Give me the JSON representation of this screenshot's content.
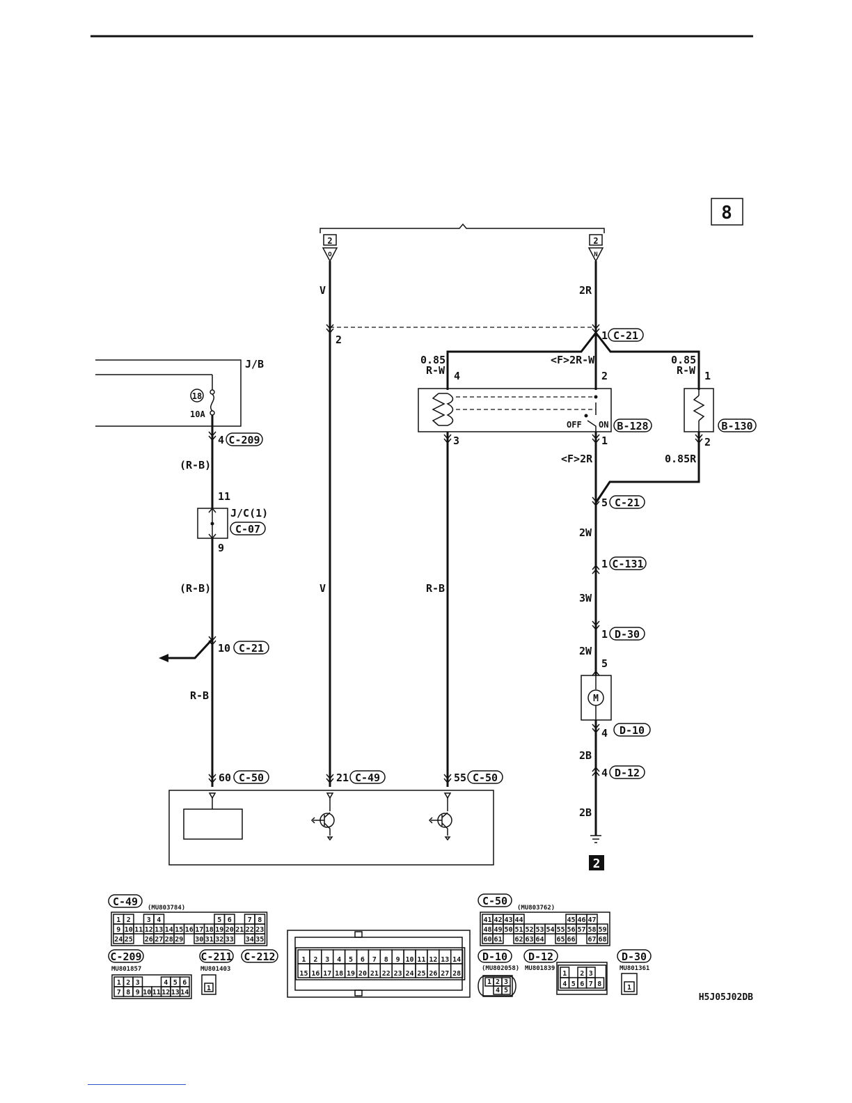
{
  "page": {
    "number": "8",
    "code": "H5J05J02DB",
    "ground_number": "2"
  },
  "connectors_top": [
    {
      "box": "2",
      "letter": "O"
    },
    {
      "box": "2",
      "letter": "N"
    }
  ],
  "fuse": {
    "jb": "J/B",
    "number": "18",
    "rating": "10A"
  },
  "junction_connector": {
    "name": "J/C(1)",
    "id": "C-07",
    "pin_in": "11",
    "pin_out": "9"
  },
  "wires": {
    "v_top": "V",
    "v_bottom": "V",
    "v_pin": "2",
    "rb1": "(R-B)",
    "rb2": "(R-B)",
    "rb3": "R-B",
    "rb_mid": "R-B",
    "w2r": "2R",
    "w2rw": "<F>2R-W",
    "wf2r": "<F>2R",
    "w085a": "0.85",
    "w085a_c": "R-W",
    "w085b": "0.85",
    "w085b_c": "R-W",
    "w085r": "0.85R",
    "w2w1": "2W",
    "w3w": "3W",
    "w2w2": "2W",
    "w2b1": "2B",
    "w2b2": "2B"
  },
  "connector_labels": {
    "c209": {
      "pin": "4",
      "id": "C-209"
    },
    "c21_top": {
      "pin": "1",
      "id": "C-21"
    },
    "c21_mid": {
      "pin": "5",
      "id": "C-21"
    },
    "c21_left": {
      "pin": "10",
      "id": "C-21"
    },
    "c131": {
      "pin": "1",
      "id": "C-131"
    },
    "d30": {
      "pin": "1",
      "id": "D-30"
    },
    "d10": {
      "pin": "4",
      "id": "D-10"
    },
    "d12": {
      "pin": "4",
      "id": "D-12"
    },
    "c50a": {
      "pin": "60",
      "id": "C-50"
    },
    "c49": {
      "pin": "21",
      "id": "C-49"
    },
    "c50b": {
      "pin": "55",
      "id": "C-50"
    }
  },
  "relay": {
    "id": "B-128",
    "pin_coil_top": "4",
    "pin_coil_bottom": "3",
    "pin_sw_top": "2",
    "pin_sw_bottom": "1",
    "off": "OFF",
    "on": "ON"
  },
  "resistor": {
    "id": "B-130",
    "pin_top": "1",
    "pin_bottom": "2"
  },
  "motor": {
    "pin_top": "5",
    "symbol": "M"
  },
  "legend": {
    "c49": {
      "id": "C-49",
      "part": "(MU803784)",
      "rows": [
        [
          "1",
          "2",
          "",
          "3",
          "4",
          "",
          "",
          "",
          "",
          "",
          "5",
          "6",
          "",
          "7",
          "8"
        ],
        [
          "9",
          "10",
          "11",
          "12",
          "13",
          "14",
          "15",
          "16",
          "17",
          "18",
          "19",
          "20",
          "21",
          "22",
          "23"
        ],
        [
          "24",
          "25",
          "",
          "26",
          "27",
          "28",
          "29",
          "",
          "30",
          "31",
          "32",
          "33",
          "",
          "34",
          "35"
        ]
      ]
    },
    "c50": {
      "id": "C-50",
      "part": "(MU803762)",
      "rows": [
        [
          "41",
          "42",
          "43",
          "44",
          "",
          "",
          "",
          "",
          "45",
          "46",
          "47"
        ],
        [
          "48",
          "49",
          "50",
          "51",
          "52",
          "53",
          "54",
          "55",
          "56",
          "57",
          "58",
          "59"
        ],
        [
          "60",
          "61",
          "",
          "62",
          "63",
          "64",
          "",
          "65",
          "66",
          "",
          "67",
          "68"
        ]
      ]
    },
    "c209": {
      "id": "C-209",
      "part": "MU801857",
      "rows": [
        [
          "1",
          "2",
          "3",
          "",
          "",
          "4",
          "5",
          "6"
        ],
        [
          "7",
          "8",
          "9",
          "10",
          "11",
          "12",
          "13",
          "14"
        ]
      ]
    },
    "c211": {
      "id": "C-211",
      "part": "MU801403",
      "pin": "1"
    },
    "c212": {
      "id": "C-212"
    },
    "ecu_row1": [
      "1",
      "2",
      "3",
      "4",
      "5",
      "6",
      "7",
      "8",
      "9",
      "10",
      "11",
      "12",
      "13",
      "14"
    ],
    "ecu_row2": [
      "15",
      "16",
      "17",
      "18",
      "19",
      "20",
      "21",
      "22",
      "23",
      "24",
      "25",
      "26",
      "27",
      "28"
    ],
    "d10": {
      "id": "D-10",
      "part": "(MU802058)",
      "row1": [
        "1",
        "2",
        "3"
      ],
      "row2": [
        "4",
        "5"
      ]
    },
    "d12": {
      "id": "D-12",
      "part": "MU801839",
      "row1": [
        "1",
        "",
        "2",
        "3"
      ],
      "row2": [
        "4",
        "5",
        "6",
        "7",
        "8"
      ]
    },
    "d30": {
      "id": "D-30",
      "part": "MU801361",
      "pin": "1"
    }
  }
}
